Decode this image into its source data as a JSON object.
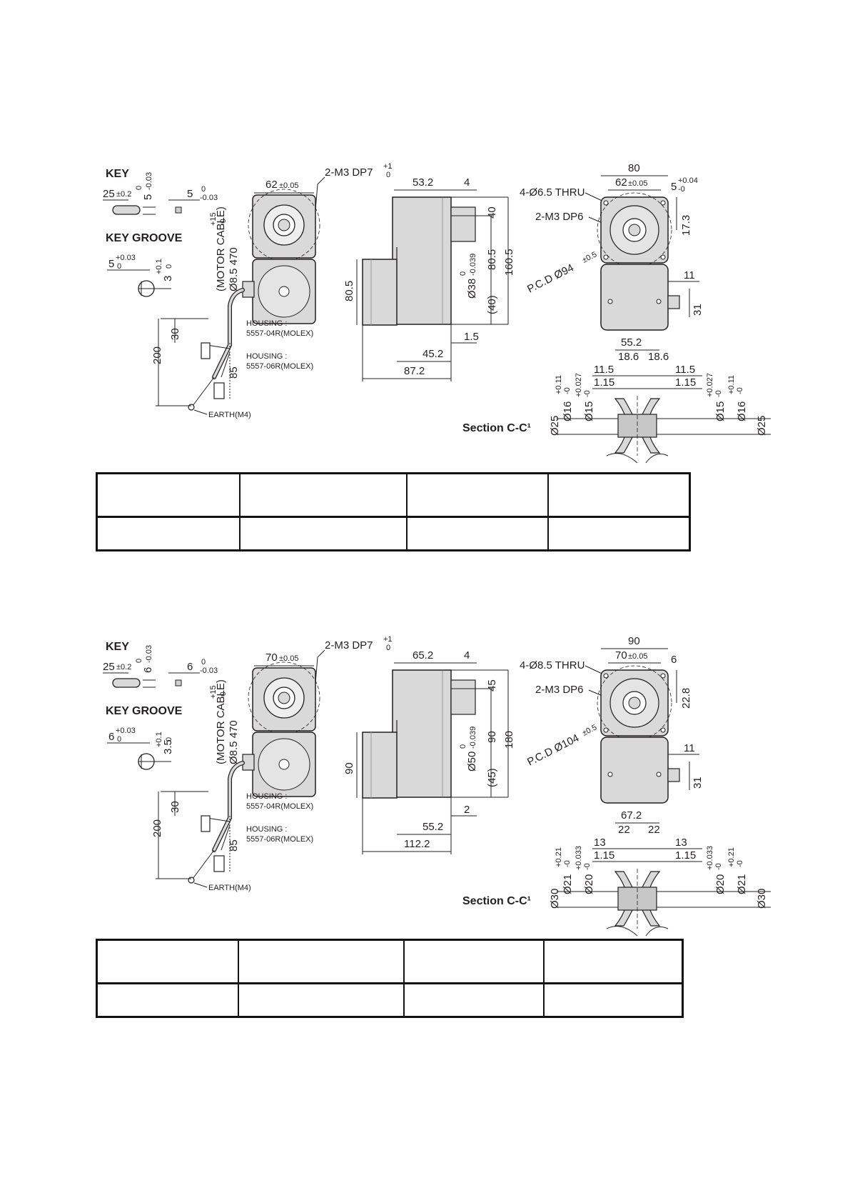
{
  "drawing1": {
    "key": {
      "title": "KEY",
      "length": "25",
      "length_tol": "±0.2",
      "height": "5",
      "height_tol_u": "0",
      "height_tol_l": "-0.03",
      "width": "5",
      "width_tol_u": "0",
      "width_tol_l": "-0.03"
    },
    "key_groove": {
      "title": "KEY GROOVE",
      "width": "5",
      "width_tol_u": "+0.03",
      "width_tol_l": "0",
      "depth": "3",
      "depth_tol_u": "+0.1",
      "depth_tol_l": "0"
    },
    "front": {
      "square": "62",
      "square_tol": "±0.05",
      "tap": "2-M3 DP7",
      "tap_tol_u": "+1",
      "tap_tol_l": "0",
      "cable": "Ø8.5 470",
      "cable_tol_u": "+15",
      "cable_tol_l": "-0",
      "cable_name": "(MOTOR CABLE)",
      "len_30": "30",
      "len_200": "200",
      "len_85": "85",
      "housing1_a": "HOUSING :",
      "housing1_b": "5557-04R(MOLEX)",
      "housing2_a": "HOUSING :",
      "housing2_b": "5557-06R(MOLEX)",
      "earth": "EARTH(M4)"
    },
    "side": {
      "d53": "53.2",
      "d4": "4",
      "d40": "40",
      "d38": "Ø38",
      "d38_tol_u": "0",
      "d38_tol_l": "-0.039",
      "d80a": "80.5",
      "d160": "160.5",
      "d40p": "(40)",
      "d80b": "80.5",
      "d15": "1.5",
      "d45": "45.2",
      "d87": "87.2"
    },
    "end": {
      "d80": "80",
      "d62": "62",
      "d62_tol": "±0.05",
      "d5": "5",
      "d5_tol_u": "+0.04",
      "d5_tol_l": "-0",
      "thru": "4-Ø6.5 THRU",
      "tap": "2-M3 DP6",
      "d17": "17.3",
      "pcd": "P.C.D Ø94",
      "pcd_tol": "±0.5",
      "d11": "11",
      "d31": "31"
    },
    "section": {
      "title": "Section C-C¹",
      "d55": "55.2",
      "d18a": "18.6",
      "d18b": "18.6",
      "d115a": "11.5",
      "d115b": "11.5",
      "d1_15a": "1.15",
      "d1_15b": "1.15",
      "dl16": "Ø16",
      "dl16_tu": "+0.11",
      "dl16_tl": "-0",
      "dl15": "Ø15",
      "dl15_tu": "+0.027",
      "dl15_tl": "-0",
      "dr15": "Ø15",
      "dr15_tu": "+0.027",
      "dr15_tl": "-0",
      "dr16": "Ø16",
      "dr16_tu": "+0.11",
      "dr16_tl": "-0",
      "dl25": "Ø25",
      "dr25": "Ø25"
    }
  },
  "drawing2": {
    "key": {
      "title": "KEY",
      "length": "25",
      "length_tol": "±0.2",
      "height": "6",
      "height_tol_u": "0",
      "height_tol_l": "-0.03",
      "width": "6",
      "width_tol_u": "0",
      "width_tol_l": "-0.03"
    },
    "key_groove": {
      "title": "KEY GROOVE",
      "width": "6",
      "width_tol_u": "+0.03",
      "width_tol_l": "0",
      "depth": "3.5",
      "depth_tol_u": "+0.1",
      "depth_tol_l": "0"
    },
    "front": {
      "square": "70",
      "square_tol": "±0.05",
      "tap": "2-M3 DP7",
      "tap_tol_u": "+1",
      "tap_tol_l": "0",
      "cable": "Ø8.5 470",
      "cable_tol_u": "+15",
      "cable_tol_l": "-0",
      "cable_name": "(MOTOR CABLE)",
      "len_30": "30",
      "len_200": "200",
      "len_85": "85",
      "housing1_a": "HOUSING :",
      "housing1_b": "5557-04R(MOLEX)",
      "housing2_a": "HOUSING :",
      "housing2_b": "5557-06R(MOLEX)",
      "earth": "EARTH(M4)"
    },
    "side": {
      "d53": "65.2",
      "d4": "4",
      "d40": "45",
      "d38": "Ø50",
      "d38_tol_u": "0",
      "d38_tol_l": "-0.039",
      "d80a": "90",
      "d160": "180",
      "d40p": "(45)",
      "d80b": "90",
      "d15": "2",
      "d45": "55.2",
      "d87": "112.2"
    },
    "end": {
      "d80": "90",
      "d62": "70",
      "d62_tol": "±0.05",
      "d5": "6",
      "d5_tol_u": "",
      "d5_tol_l": "",
      "thru": "4-Ø8.5 THRU",
      "tap": "2-M3 DP6",
      "d17": "22.8",
      "pcd": "P.C.D Ø104",
      "pcd_tol": "±0.5",
      "d11": "11",
      "d31": "31"
    },
    "section": {
      "title": "Section C-C¹",
      "d55": "67.2",
      "d18a": "22",
      "d18b": "22",
      "d115a": "13",
      "d115b": "13",
      "d1_15a": "1.15",
      "d1_15b": "1.15",
      "dl16": "Ø21",
      "dl16_tu": "+0.21",
      "dl16_tl": "-0",
      "dl15": "Ø20",
      "dl15_tu": "+0.033",
      "dl15_tl": "-0",
      "dr15": "Ø20",
      "dr15_tu": "+0.033",
      "dr15_tl": "-0",
      "dr16": "Ø21",
      "dr16_tu": "+0.21",
      "dr16_tl": "-0",
      "dl25": "Ø30",
      "dr25": "Ø30"
    }
  },
  "table1": {
    "headers": [
      "",
      "",
      "",
      ""
    ],
    "row": [
      "",
      "",
      "",
      ""
    ]
  },
  "table2": {
    "headers": [
      "",
      "",
      "",
      ""
    ],
    "row": [
      "",
      "",
      "",
      ""
    ]
  }
}
